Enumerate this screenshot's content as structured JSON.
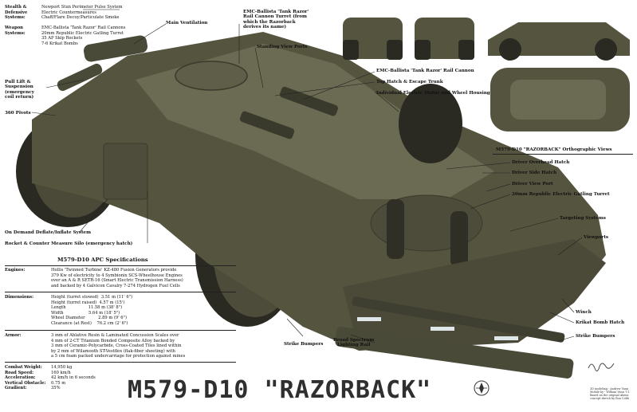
{
  "header_specs": [
    {
      "key": "Stealth &\nDefensive\nSystems:",
      "value": "Newport Stun Perimeter Pulse System\nElectric Countermeasures\nChaff/Flare Decoy/Particulate Smoke"
    },
    {
      "key": "Weapon\nSystems:",
      "value": "EMC-Ballista 'Tank Razor' Rail Cannons\n20mm Republic Electric Gatling Turret\n35 AP Skip Rockets\n7-6 Krikat Bombs"
    }
  ],
  "left_callouts": [
    "Pull Lift &\nSuspension\n(emergency\ncoil return)",
    "360 Pivots",
    "On Demand Deflate/Inflate System",
    "Rocket & Counter Measure Silo (emergency hatch)"
  ],
  "top_callouts": [
    "Main Ventilation",
    "EMC-Ballista 'Tank Razor'\nRail Cannon Turret (from\nwhich the Razorback\nderives its name)",
    "Standing View Ports",
    "EMC-Ballista 'Tank Razor' Rail Cannon",
    "Top Hatch & Escape Trunk",
    "Individual Electric Motor and Wheel Housing"
  ],
  "right_callouts": [
    "Driver Overhead Hatch",
    "Driver Side Hatch",
    "Driver View Port",
    "20mm Republic Electric Gatling Turret",
    "Targeting Systems",
    "Viewports",
    "Winch",
    "Krikat Bomb Hatch",
    "Strike Bumpers"
  ],
  "bottom_callouts": [
    "Strike Bumpers",
    "Broad Spectrum\nLighting Rail"
  ],
  "ortho_title": "M579-D10 \"RAZORBACK\" Orthographic Views",
  "apc_title": "M579-D10 APC Specifications",
  "specs": [
    {
      "key": "Engines:",
      "value": "Hollis 'Twinned Turbine' KZ-480 Fusion Generators provide\n379 Kw of electricity to 4 Symbionix SCS-Wheelhouse Engines\nover an A & R SETR-16 (Smart Electric Transmission Harness)\nand backed by 4 Galvicon Cavalry 7-274 Hydrogen Fuel Cells"
    },
    {
      "key": "Dimensions:",
      "value": "Height (turret stowed)  3.51 m (11' 6\")\nHeight (turret raised)  4.57 m (15')\nLength                 11.58 m (38' 8\")\nWidth                   5.64 m (18' 5\")\nWheel Diameter          2.89 m (9' 6\")\nClearance (at Rest)    76.2 cm (2' 6\")"
    },
    {
      "key": "Armor:",
      "value": "3 mm of Ablative Resin & Laminated Concussion Scales over\n4 mm of 2-CT Titanium Bonded Composite Alloy backed by\n3 mm of Ceramic-Polycarbide, Cross-Coated Tiles lined within\nby 2 mm of Wilamooth ST-Vestflex (flak-fiber sheeting) with\na 5 cm foam packed undercarriage for protection against mines"
    },
    {
      "key": "Combat Weight:\nRoad Speed:\nAcceleration:\nVertical Obstacle:\nGradient:",
      "value": "14,950 kg\n160 km/h\n42 km/h in 6 seconds\n0.75 m\n35%"
    }
  ],
  "main_title": "M579-D10 \"RAZORBACK\"",
  "credits": "3D modeling - Andrew Vann\nMobile by - William Vann '11\nBased on the original Aliens\nconcept sketch by Ron Cobb",
  "colors": {
    "hull": "#55543f",
    "hull_dark": "#3a3a2c",
    "hull_light": "#6b6a52",
    "tire": "#2a2a22"
  }
}
